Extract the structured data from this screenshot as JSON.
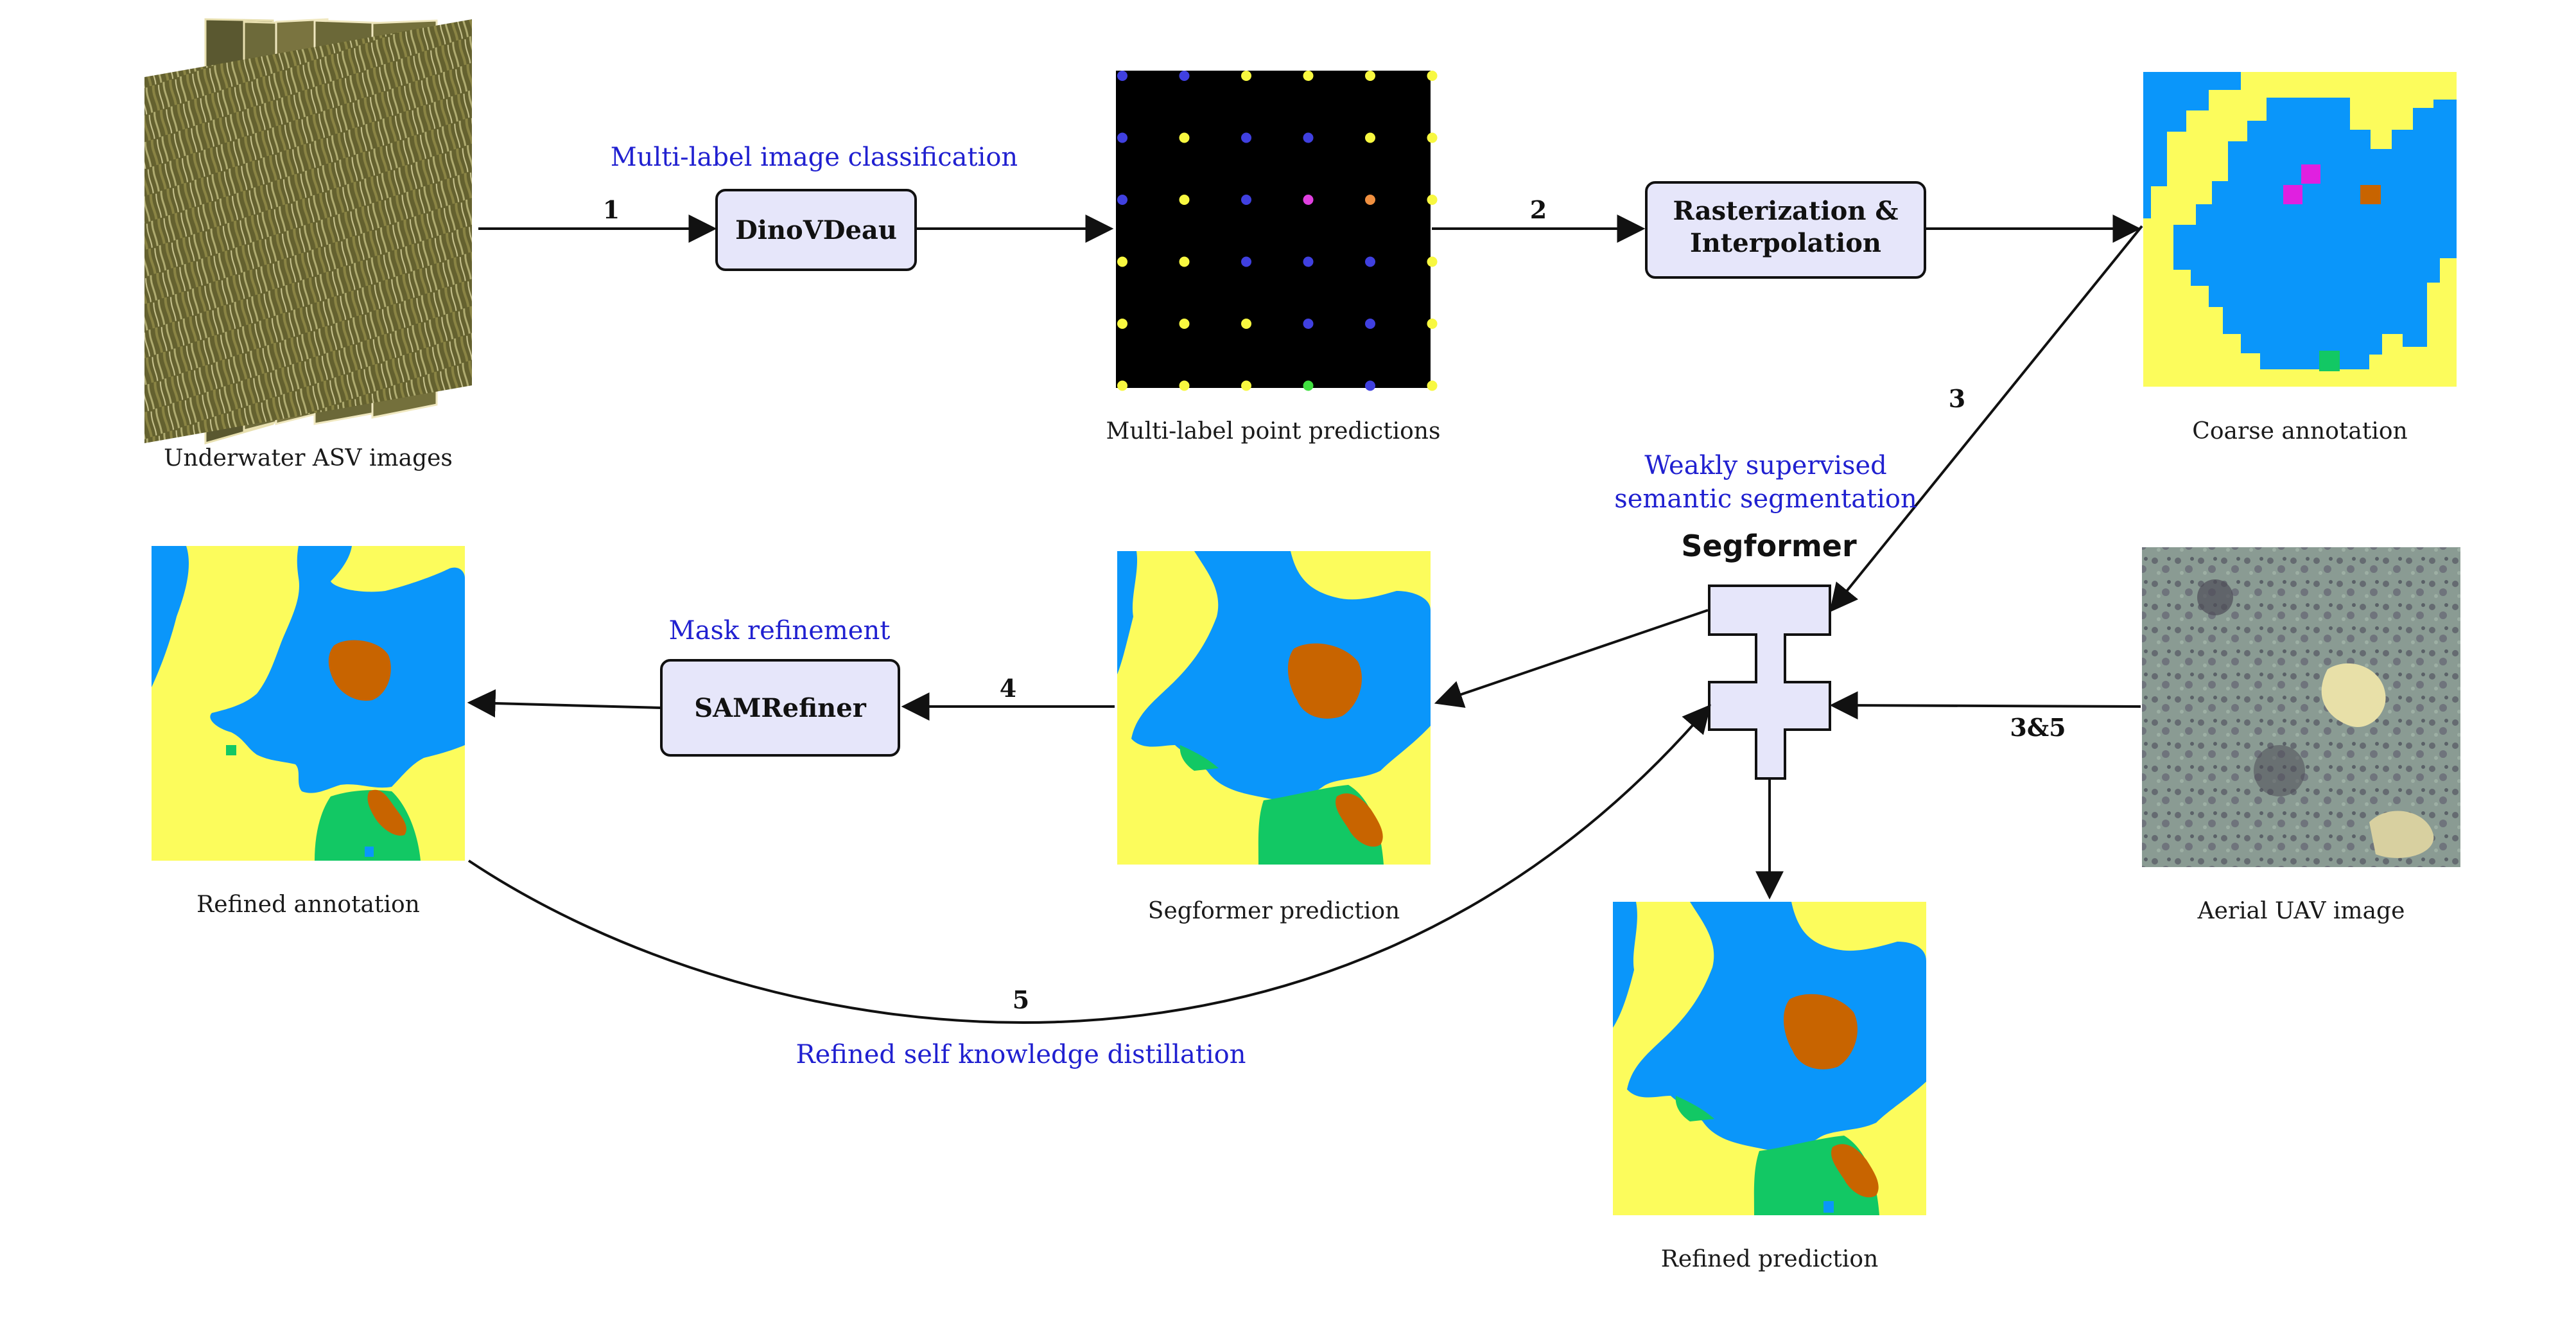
{
  "colors": {
    "water": "#0a96fa",
    "sand": "#fcfc5c",
    "algae": "#c86400",
    "seagrass": "#12c864",
    "box_fill": "#e6e6fa",
    "annotation_blue": "#2020d0",
    "point_blue": "#4040e0",
    "point_yellow": "#f8f840",
    "point_magenta": "#e040e0",
    "point_orange": "#f09040",
    "point_green": "#40e040"
  },
  "nodes": {
    "asv_images": {
      "caption": "Underwater ASV images"
    },
    "dinovdeau": {
      "label": "DinoVDeau",
      "annotation": "Multi-label image classification"
    },
    "point_predictions": {
      "caption": "Multi-label point predictions"
    },
    "rasterization": {
      "label_line1": "Rasterization &",
      "label_line2": "Interpolation"
    },
    "coarse_annotation": {
      "caption": "Coarse annotation"
    },
    "segformer": {
      "title": "Segformer",
      "annotation_line1": "Weakly supervised",
      "annotation_line2": "semantic segmentation"
    },
    "aerial_image": {
      "caption": "Aerial UAV image"
    },
    "segformer_prediction": {
      "caption": "Segformer prediction"
    },
    "samrefiner": {
      "label": "SAMRefiner",
      "annotation": "Mask refinement"
    },
    "refined_annotation": {
      "caption": "Refined annotation"
    },
    "refined_prediction": {
      "caption": "Refined prediction"
    }
  },
  "edges": {
    "e1": "1",
    "e2": "2",
    "e3": "3",
    "e35": "3&5",
    "e4": "4",
    "e5": "5",
    "distillation": "Refined self knowledge distillation"
  },
  "point_grid": {
    "rows": [
      [
        "point_blue",
        "point_blue",
        "point_yellow",
        "point_yellow",
        "point_yellow",
        "point_yellow"
      ],
      [
        "point_blue",
        "point_yellow",
        "point_blue",
        "point_blue",
        "point_yellow",
        "point_yellow"
      ],
      [
        "point_blue",
        "point_yellow",
        "point_blue",
        "point_magenta",
        "point_orange",
        "point_yellow"
      ],
      [
        "point_yellow",
        "point_yellow",
        "point_blue",
        "point_blue",
        "point_blue",
        "point_yellow"
      ],
      [
        "point_yellow",
        "point_yellow",
        "point_yellow",
        "point_blue",
        "point_blue",
        "point_yellow"
      ],
      [
        "point_yellow",
        "point_yellow",
        "point_yellow",
        "point_green",
        "point_blue",
        "point_yellow"
      ]
    ]
  }
}
